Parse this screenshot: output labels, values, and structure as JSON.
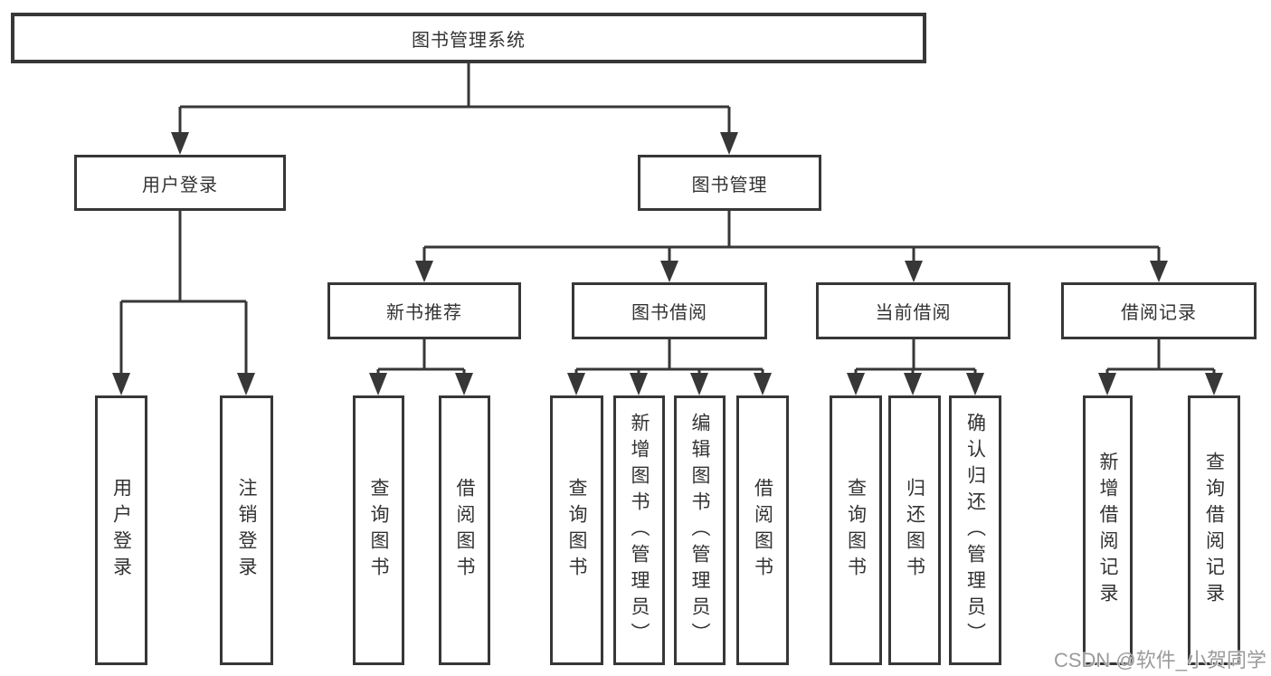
{
  "colors": {
    "background": "#ffffff",
    "line": "#373737",
    "box_border": "#373737",
    "box_fill": "#ffffff",
    "text": "#333333",
    "watermark": "#9b9b9b"
  },
  "watermark": {
    "text": "CSDN @软件_小贺同学"
  },
  "tree": {
    "label": "图书管理系统",
    "children": [
      {
        "label": "用户登录",
        "children": [
          {
            "label": "用户登录"
          },
          {
            "label": "注销登录"
          }
        ]
      },
      {
        "label": "图书管理",
        "children": [
          {
            "label": "新书推荐",
            "children": [
              {
                "label": "查询图书"
              },
              {
                "label": "借阅图书"
              }
            ]
          },
          {
            "label": "图书借阅",
            "children": [
              {
                "label": "查询图书"
              },
              {
                "label": "新增图书（管理员）"
              },
              {
                "label": "编辑图书（管理员）"
              },
              {
                "label": "借阅图书"
              }
            ]
          },
          {
            "label": "当前借阅",
            "children": [
              {
                "label": "查询图书"
              },
              {
                "label": "归还图书"
              },
              {
                "label": "确认归还（管理员）"
              }
            ]
          },
          {
            "label": "借阅记录",
            "children": [
              {
                "label": "新增借阅记录"
              },
              {
                "label": "查询借阅记录"
              }
            ]
          }
        ]
      }
    ]
  }
}
